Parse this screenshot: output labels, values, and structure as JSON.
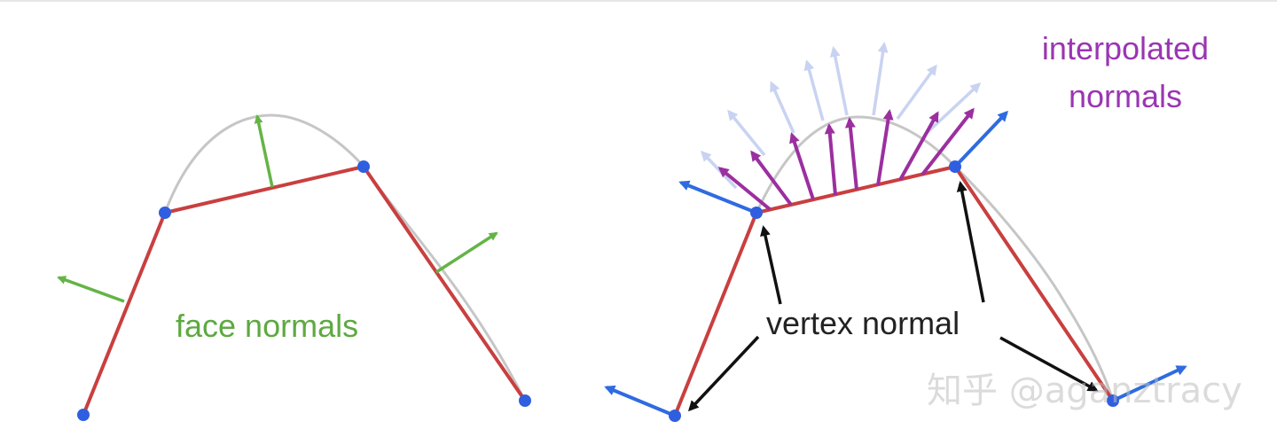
{
  "labels": {
    "face_normals": "face normals",
    "vertex_normal": "vertex normal",
    "interpolated_line1": "interpolated",
    "interpolated_line2": "normals"
  },
  "watermark": "知乎 @aganztracy",
  "colors": {
    "curve": "#c6c6c6",
    "polyline": "#c93f3f",
    "vertex": "#2f5fe0",
    "face_normal": "#64b446",
    "face_label": "#5ea941",
    "vertex_normal": "#2f6be0",
    "interpolated_normal": "#9b2fa0",
    "interpolated_faded": "#c9d3f1",
    "interpolated_label": "#9a36b2",
    "pointer_arrow": "#111111",
    "text": "#222222"
  }
}
